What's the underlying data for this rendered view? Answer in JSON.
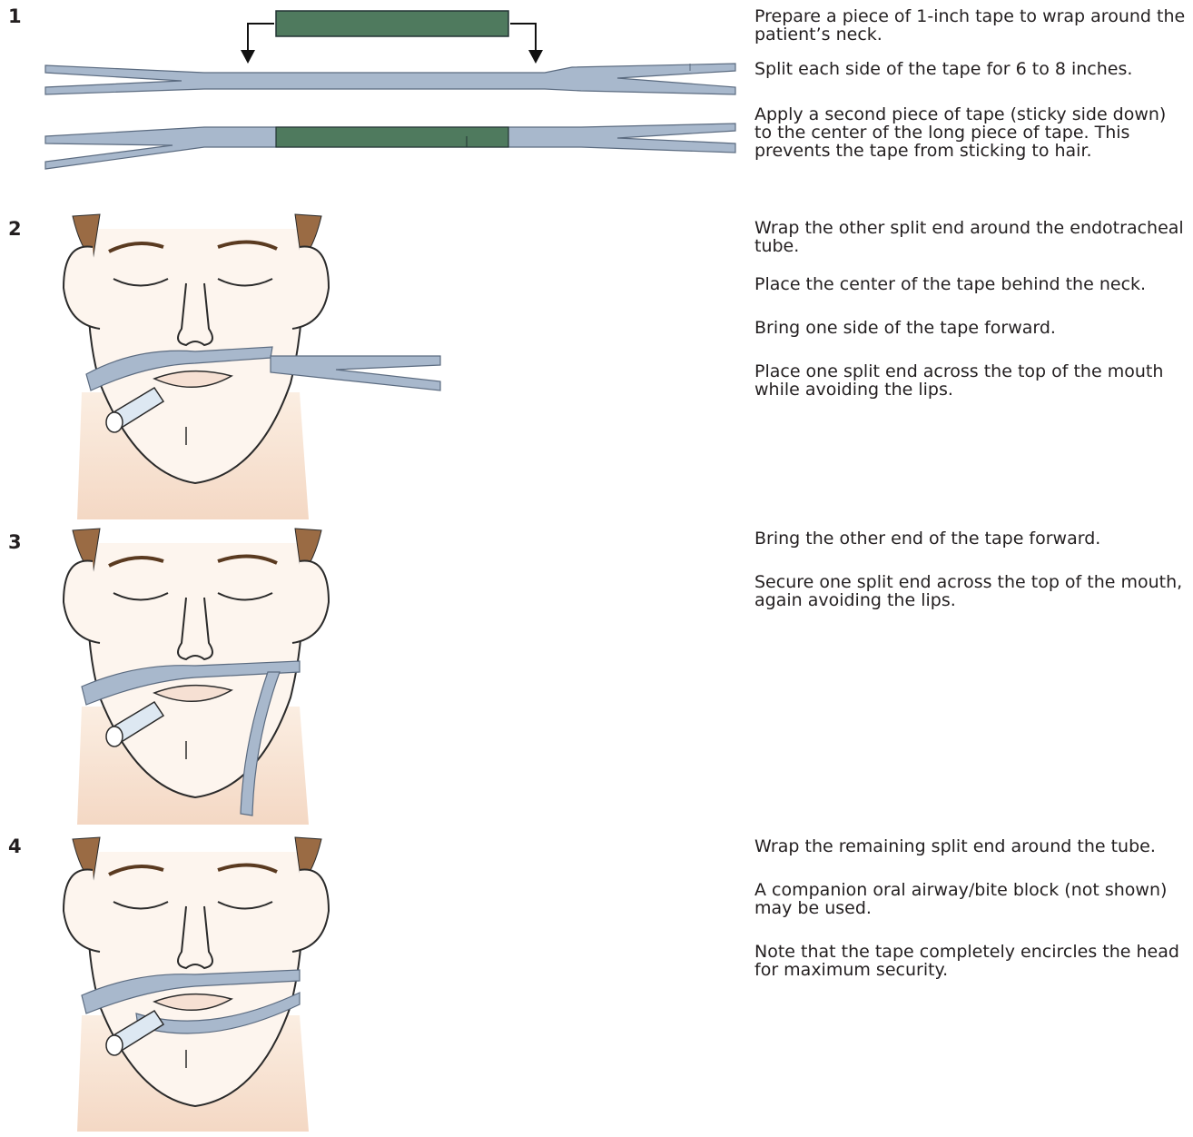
{
  "colors": {
    "tape": "#a8b8cc",
    "tape_stroke": "#5b6b80",
    "tape_center": "#4f7a5e",
    "skin": "#fbeee2",
    "hair": "#9a6b44",
    "line": "#2b2b2b"
  },
  "steps": [
    {
      "number": "1",
      "instructions": [
        "Prepare a piece of 1-inch tape to wrap around the patient’s neck.",
        "Split each side of the tape for 6 to 8 inches.",
        "Apply a second piece of tape (sticky side down) to the center of the long piece of tape. This prevents the tape from sticking to hair."
      ]
    },
    {
      "number": "2",
      "instructions": [
        "Wrap the other split end around the endotracheal tube.",
        "Place the center of the tape behind the neck.",
        "Bring one side of the tape forward.",
        "Place one split end across the top of the mouth while avoiding the lips."
      ]
    },
    {
      "number": "3",
      "instructions": [
        "Bring the other end of the tape forward.",
        "Secure one split end across the top of the mouth, again avoiding the lips."
      ]
    },
    {
      "number": "4",
      "instructions": [
        "Wrap the remaining split end around the tube.",
        "A companion oral airway/bite block (not shown) may be used.",
        "Note that the tape completely encircles the head for maximum security."
      ]
    }
  ]
}
